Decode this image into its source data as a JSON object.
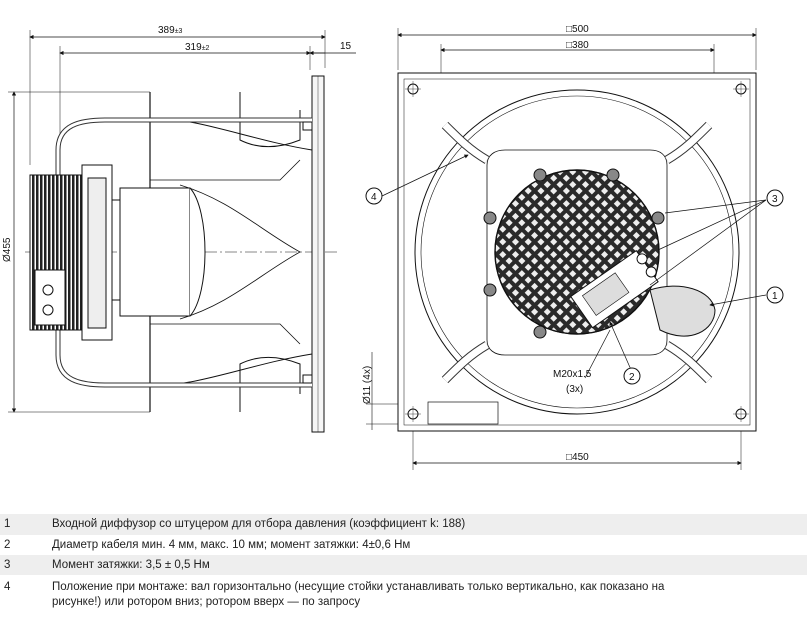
{
  "side_view": {
    "dim_total": "389",
    "dim_total_tol": "±3",
    "dim_body": "319",
    "dim_body_tol": "±2",
    "dim_flange": "15",
    "dim_dia": "Ø455"
  },
  "front_view": {
    "dim_outer": "500",
    "dim_inner": "380",
    "dim_bottom": "450",
    "dim_hole": "Ø11 (4x)",
    "thread_label": "M20x1.5",
    "thread_count": "(3x)",
    "callouts": [
      "1",
      "2",
      "3",
      "4"
    ]
  },
  "legend": [
    {
      "num": "1",
      "text": "Входной диффузор со штуцером для отбора давления (коэффициент k: 188)"
    },
    {
      "num": "2",
      "text": "Диаметр кабеля мин. 4 мм, макс. 10 мм; момент затяжки: 4±0,6 Нм"
    },
    {
      "num": "3",
      "text": "Момент затяжки: 3,5 ± 0,5 Нм"
    },
    {
      "num": "4",
      "text": "Положение при монтаже: вал горизонтально (несущие стойки устанавливать только вертикально, как показано на рисунке!) или ротором вниз; ротором вверх — по запросу"
    }
  ]
}
